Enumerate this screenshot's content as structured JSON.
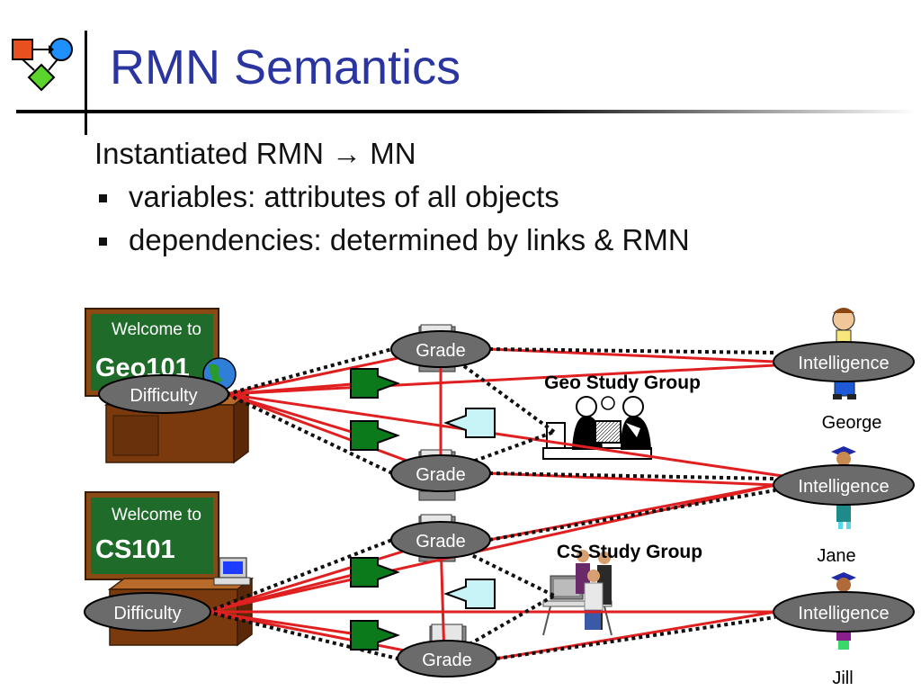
{
  "slide": {
    "title": "RMN Semantics",
    "line1": "Instantiated RMN → MN",
    "bullets": [
      "variables: attributes of all objects",
      "dependencies: determined by links & RMN"
    ]
  },
  "courses": [
    {
      "welcome": "Welcome to",
      "name": "Geo101",
      "attribute": "Difficulty"
    },
    {
      "welcome": "Welcome to",
      "name": "CS101",
      "attribute": "Difficulty"
    }
  ],
  "grades": [
    "Grade",
    "Grade",
    "Grade",
    "Grade"
  ],
  "students": [
    {
      "name": "George",
      "attribute": "Intelligence"
    },
    {
      "name": "Jane",
      "attribute": "Intelligence"
    },
    {
      "name": "Jill",
      "attribute": "Intelligence"
    }
  ],
  "groups": [
    "Geo Study Group",
    "CS Study Group"
  ],
  "colors": {
    "title": "#2b35a0",
    "edge_red": "#e02020",
    "node_fill": "#6b6b6b",
    "chalkboard": "#1f6b2a",
    "desk": "#8b4a14",
    "factor_green": "#0a7a1a",
    "factor_cyan": "#c8f4f8"
  }
}
